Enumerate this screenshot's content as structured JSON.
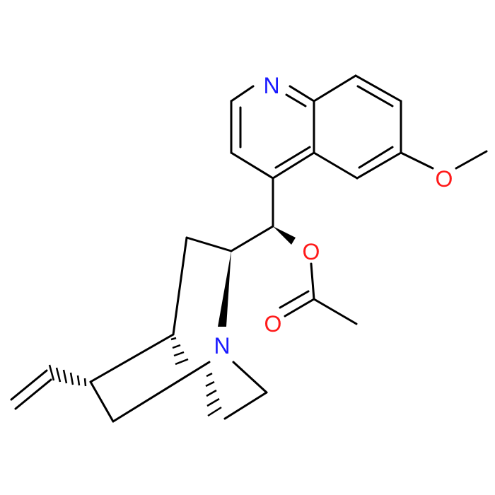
{
  "atoms": {
    "quinoline_n": "N",
    "methoxy_o": "O",
    "ester_o": "O",
    "carbonyl_o": "O",
    "quinuclidine_n": "N"
  },
  "colors": {
    "bond": "#000000",
    "nitrogen": "#1a1aff",
    "oxygen": "#ff1a1a",
    "background": "#ffffff"
  }
}
